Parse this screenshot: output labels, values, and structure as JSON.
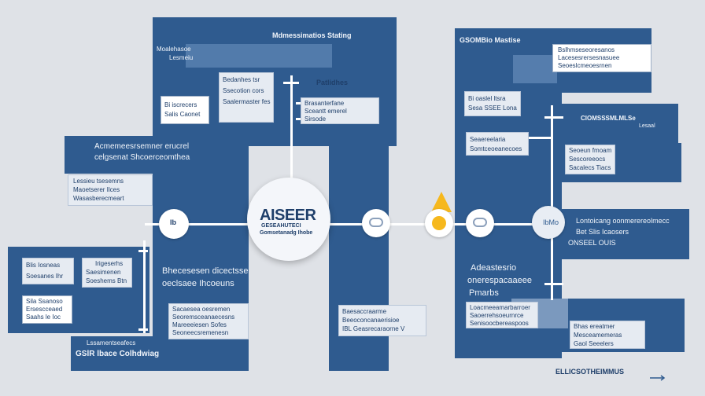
{
  "center": {
    "title": "AISEER",
    "line1": "GESEAHUTECI",
    "line2": "Gomsetanadg Ihobe"
  },
  "col1": {
    "title": "Mdmessimatios Stating",
    "subtitle": "Moalehasoe",
    "subtitle2": "Lesmeiu",
    "box1": {
      "l1": "Bedanhes tsr",
      "l2": "Ssecotion cors",
      "l3": "Saalermaster fes"
    },
    "box2": {
      "l1": "Bi iscrecers",
      "l2": "Salis Caonet"
    },
    "label": "Patlidhes",
    "box3": {
      "l1": "Brasanterfane",
      "l2": "Sceantt emerel",
      "l3": "Sirsode"
    }
  },
  "left": {
    "title1": "Acmemeesrsemner erucrel",
    "title2": "celgsenat Shcoerceomthea",
    "box1": {
      "l1": "Lessieu tsesemns",
      "l2": "Maoetserer Ilces",
      "l3": "Wasasberecmeart"
    },
    "box2": {
      "l1": "Blis Iosneas",
      "l2": "Soesanes Ihr"
    },
    "box3": {
      "l1": "Irigeserhs",
      "l2": "Saesimenen",
      "l3": "Soeshems Btn"
    },
    "box4": {
      "l1": "Sila Ssanoso",
      "l2": "Ersescceaed",
      "l3": "Saahs le Ioc"
    },
    "footer1": "Lssamentseafecs",
    "footer2": "GSlR lbace Colhdwiag"
  },
  "mid": {
    "title1": "Bhecesesen dicectsse",
    "title2": "oeclsaee Ihcoeuns",
    "box1": {
      "l1": "Sacaesea oesremen",
      "l2": "Seoremsceanaecesns",
      "l3": "Mareeeiesen Sofes",
      "l4": "Seoneecsremenesn"
    },
    "box2": {
      "l1": "Baesaccraarme",
      "l2": "Beeoconcanaerisioe",
      "l3": "IBL Geasrecaraorne V"
    }
  },
  "right": {
    "title": "GSOMBio Mastise",
    "box_top": {
      "l1": "Bslhmseseoresanos",
      "l2": "Lacesesrersesnasuee",
      "l3": "Seoeslcmeoesrnen"
    },
    "box1": {
      "l1": "Bi oaslel ltsra",
      "l2": "Sesa SSEE Lona"
    },
    "label": "CIOMSSSMLMLSe",
    "label_sub": "Lesaal",
    "box2": {
      "l1": "Seaereelaria",
      "l2": "Somtceoeanecoes"
    },
    "box3": {
      "l1": "Seoeun fmoam",
      "l2": "Sescoreeocs",
      "l3": "Sacalecs Tiacs"
    },
    "wide1": "Lontoicang oonmerereolmecc",
    "wide2": "Bet Slis Icaosers",
    "wide3": "ONSEEL OUIS",
    "p1": "Adeastesrio",
    "p2": "onerespacaaeee",
    "p3": "Pmarbs",
    "box4": {
      "l1": "Loacmeeamarbarroer",
      "l2": "Saoerrehsoeurnrce",
      "l3": "Senisoocbereaspoos"
    },
    "box5": {
      "l1": "Bhas ereatmer",
      "l2": "Mesceamemeras",
      "l3": "Gaol Seeelers"
    },
    "footer": "ELLICSOTHEIMMUS"
  },
  "nodes": {
    "n1": "Ib",
    "n4": "IbMo"
  },
  "colors": {
    "primary": "#2f5b8f",
    "light": "#5f86b4",
    "accent": "#f6b81d",
    "background": "#dfe2e7"
  }
}
